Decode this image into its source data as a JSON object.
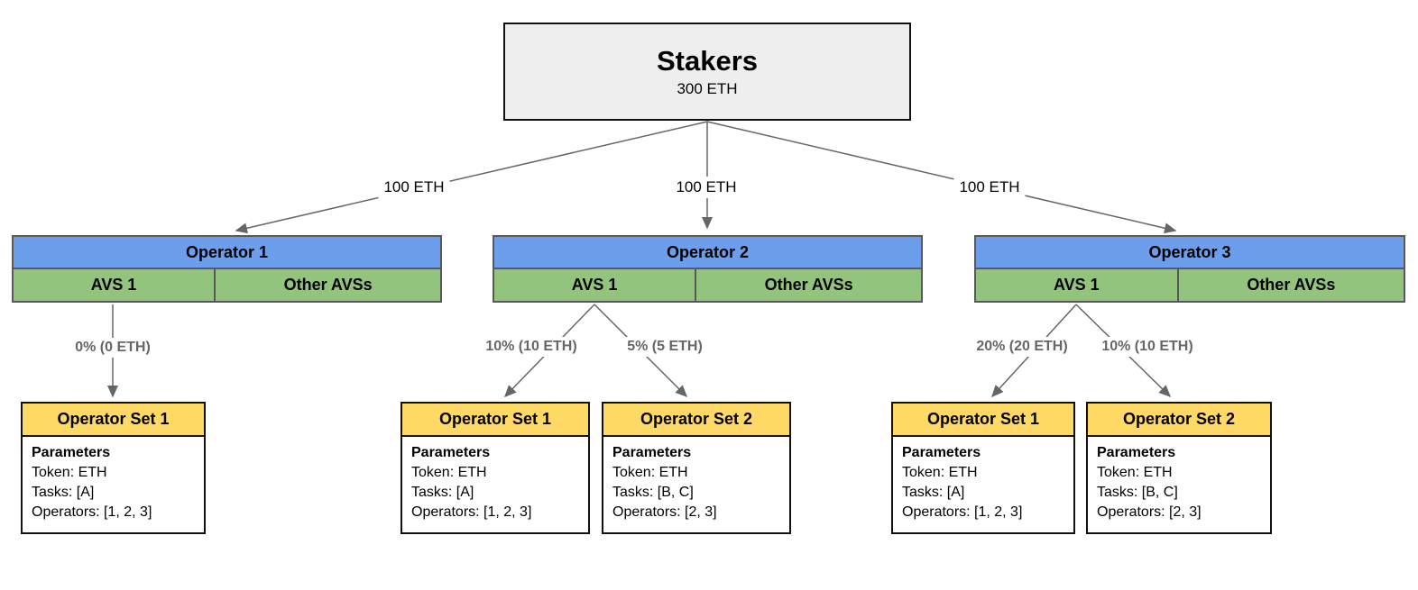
{
  "stakers": {
    "title": "Stakers",
    "amount": "300 ETH"
  },
  "delegations": [
    {
      "label": "100 ETH",
      "to": "Operator 1"
    },
    {
      "label": "100 ETH",
      "to": "Operator 2"
    },
    {
      "label": "100 ETH",
      "to": "Operator 3"
    }
  ],
  "operators": [
    {
      "name": "Operator 1",
      "avs_cells": [
        "AVS 1",
        "Other AVSs"
      ],
      "allocations": [
        "0% (0 ETH)"
      ],
      "operator_sets": [
        {
          "title": "Operator Set 1",
          "params_heading": "Parameters",
          "lines": [
            "Token: ETH",
            "Tasks: [A]",
            "Operators: [1, 2, 3]"
          ]
        }
      ]
    },
    {
      "name": "Operator 2",
      "avs_cells": [
        "AVS 1",
        "Other AVSs"
      ],
      "allocations": [
        "10% (10 ETH)",
        "5% (5 ETH)"
      ],
      "operator_sets": [
        {
          "title": "Operator Set 1",
          "params_heading": "Parameters",
          "lines": [
            "Token: ETH",
            "Tasks: [A]",
            "Operators: [1, 2, 3]"
          ]
        },
        {
          "title": "Operator Set 2",
          "params_heading": "Parameters",
          "lines": [
            "Token: ETH",
            "Tasks: [B, C]",
            "Operators: [2, 3]"
          ]
        }
      ]
    },
    {
      "name": "Operator 3",
      "avs_cells": [
        "AVS 1",
        "Other AVSs"
      ],
      "allocations": [
        "20% (20 ETH)",
        "10% (10 ETH)"
      ],
      "operator_sets": [
        {
          "title": "Operator Set 1",
          "params_heading": "Parameters",
          "lines": [
            "Token: ETH",
            "Tasks: [A]",
            "Operators: [1, 2, 3]"
          ]
        },
        {
          "title": "Operator Set 2",
          "params_heading": "Parameters",
          "lines": [
            "Token: ETH",
            "Tasks: [B, C]",
            "Operators: [2, 3]"
          ]
        }
      ]
    }
  ],
  "colors": {
    "operator_header": "#6d9eeb",
    "avs_cell": "#93c47d",
    "operator_set_header": "#ffd966",
    "stakers_fill": "#eeeeee",
    "line": "#666666",
    "allocation_text": "#666666"
  }
}
